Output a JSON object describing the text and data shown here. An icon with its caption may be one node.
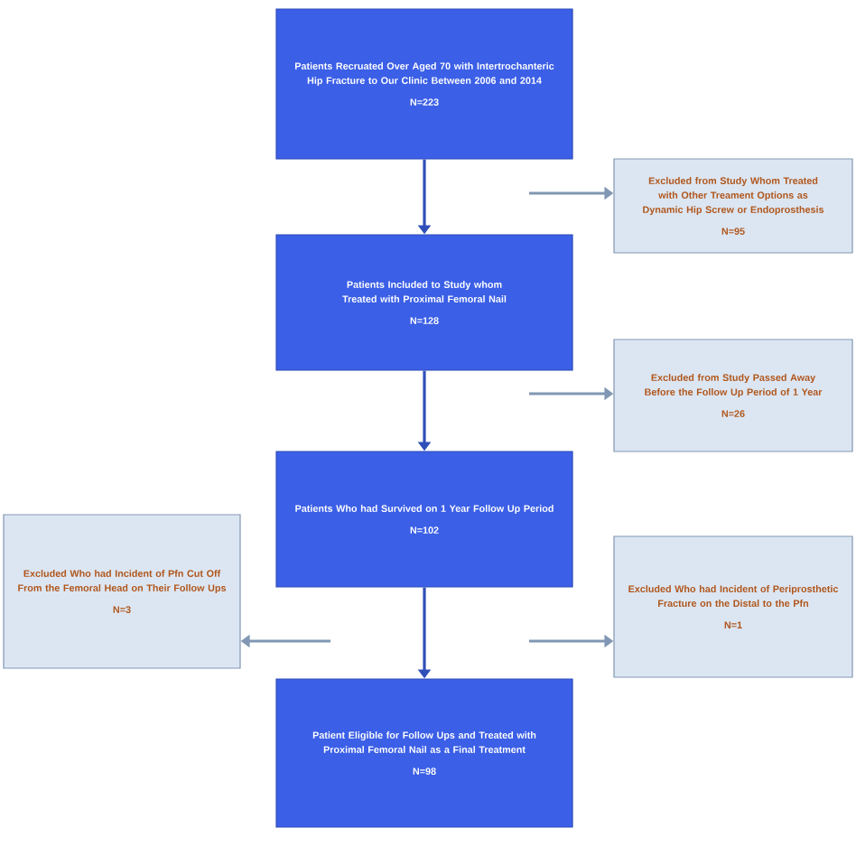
{
  "diagram": {
    "nodes": [
      {
        "text": [
          "Patients Recruated Over Aged 70 with Intertrochanteric Hip Fracture to Our Clinic Between 2006 and 2014",
          "N=223"
        ]
      },
      {
        "text": [
          "Excluded from Study Whom Treated with Other Treament Options as Dynamic Hip Screw or Endoprosthesis",
          "N=95"
        ]
      },
      {
        "text": [
          "Patients Included to Study whom Treated with Proximal Femoral Nail",
          "N=128"
        ]
      },
      {
        "text": [
          "Excluded from Study Passed Away Before the Follow Up Period of 1 Year",
          "N=26"
        ]
      },
      {
        "text": [
          "Patients Who had Survived on 1 Year Follow Up Period",
          "N=102"
        ]
      },
      {
        "text": [
          "Excluded Who had Incident of Pfn Cut Off From the Femoral Head on Their Follow Ups",
          "N=3"
        ]
      },
      {
        "text": [
          "Excluded Who had Incident of Periprosthetic Fracture on the Distal to the Pfn",
          "N=1"
        ]
      },
      {
        "text": [
          "Patient Eligible for Follow Ups and Treated with Proximal Femoral Nail as a Final Treatment",
          "N=98"
        ]
      }
    ],
    "edges": [
      {
        "from": 0,
        "to": 2,
        "arrow": "to",
        "color": "#2f4fb8"
      },
      {
        "from": null,
        "to": 1,
        "arrow": "to"
      },
      {
        "from": 2,
        "to": 4,
        "arrow": "to",
        "color": "#2f4fb8"
      },
      {
        "from": null,
        "to": 3,
        "arrow": "to"
      },
      {
        "from": null,
        "to": 5,
        "arrow": "to"
      },
      {
        "from": 4,
        "to": 7,
        "arrow": "to",
        "color": "#2f4fb8"
      },
      {
        "from": null,
        "to": 6,
        "arrow": "to"
      }
    ]
  }
}
